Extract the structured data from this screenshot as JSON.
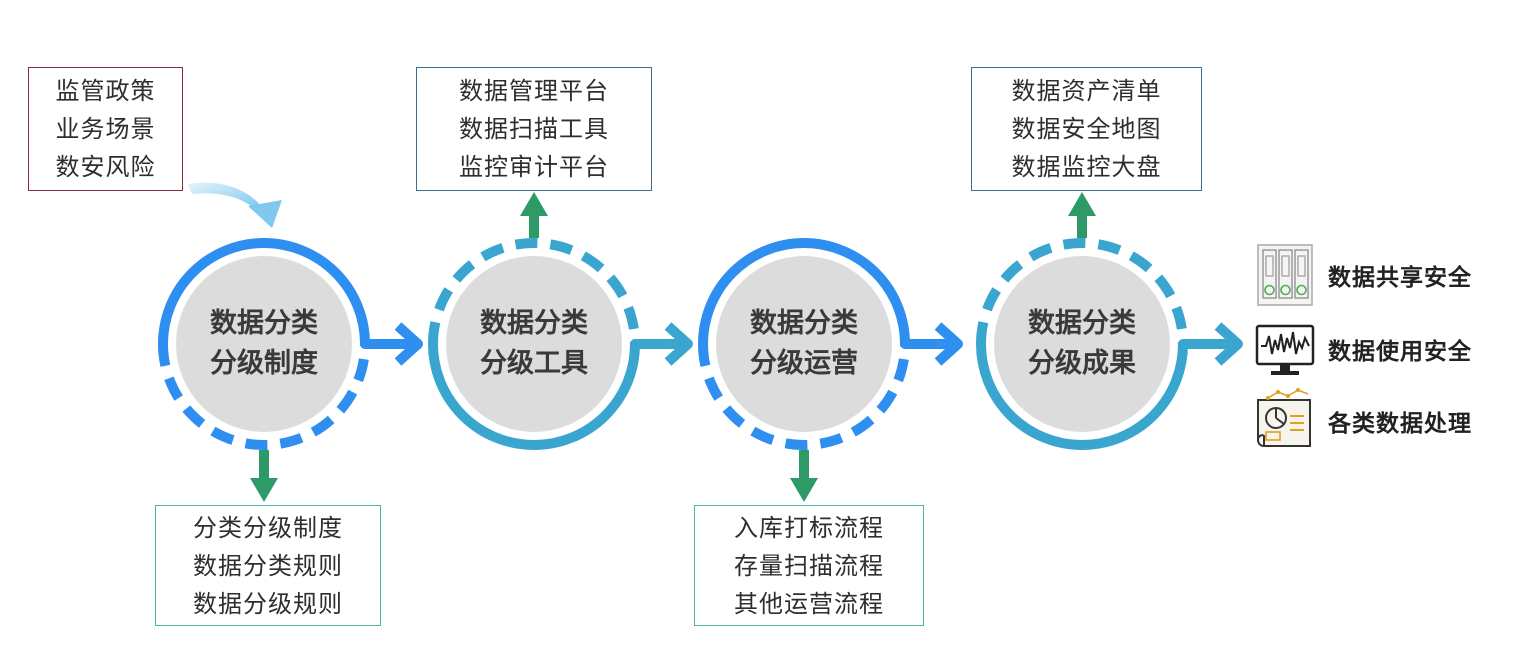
{
  "inputs": {
    "lines": [
      "监管政策",
      "业务场景",
      "数安风险"
    ]
  },
  "stages": [
    {
      "line1": "数据分类",
      "line2": "分级制度"
    },
    {
      "line1": "数据分类",
      "line2": "分级工具"
    },
    {
      "line1": "数据分类",
      "line2": "分级运营"
    },
    {
      "line1": "数据分类",
      "line2": "分级成果"
    }
  ],
  "stage_boxes": {
    "system": {
      "lines": [
        "分类分级制度",
        "数据分类规则",
        "数据分级规则"
      ]
    },
    "tools": {
      "lines": [
        "数据管理平台",
        "数据扫描工具",
        "监控审计平台"
      ]
    },
    "ops": {
      "lines": [
        "入库打标流程",
        "存量扫描流程",
        "其他运营流程"
      ]
    },
    "results": {
      "lines": [
        "数据资产清单",
        "数据安全地图",
        "数据监控大盘"
      ]
    }
  },
  "outcomes": [
    {
      "label": "数据共享安全",
      "icon": "server-rack-icon"
    },
    {
      "label": "数据使用安全",
      "icon": "monitor-chart-icon"
    },
    {
      "label": "各类数据处理",
      "icon": "report-chart-icon"
    }
  ],
  "colors": {
    "ring_blue": "#2e8ff0",
    "ring_teal": "#3aa6d0",
    "arrow_green": "#2e9a68",
    "arrow_light": "#9fd3ef",
    "inner_gray": "#dcdcdc",
    "border_red": "#8b2a3e",
    "border_blue": "#3f6f8f",
    "border_teal": "#4fb3a9"
  }
}
